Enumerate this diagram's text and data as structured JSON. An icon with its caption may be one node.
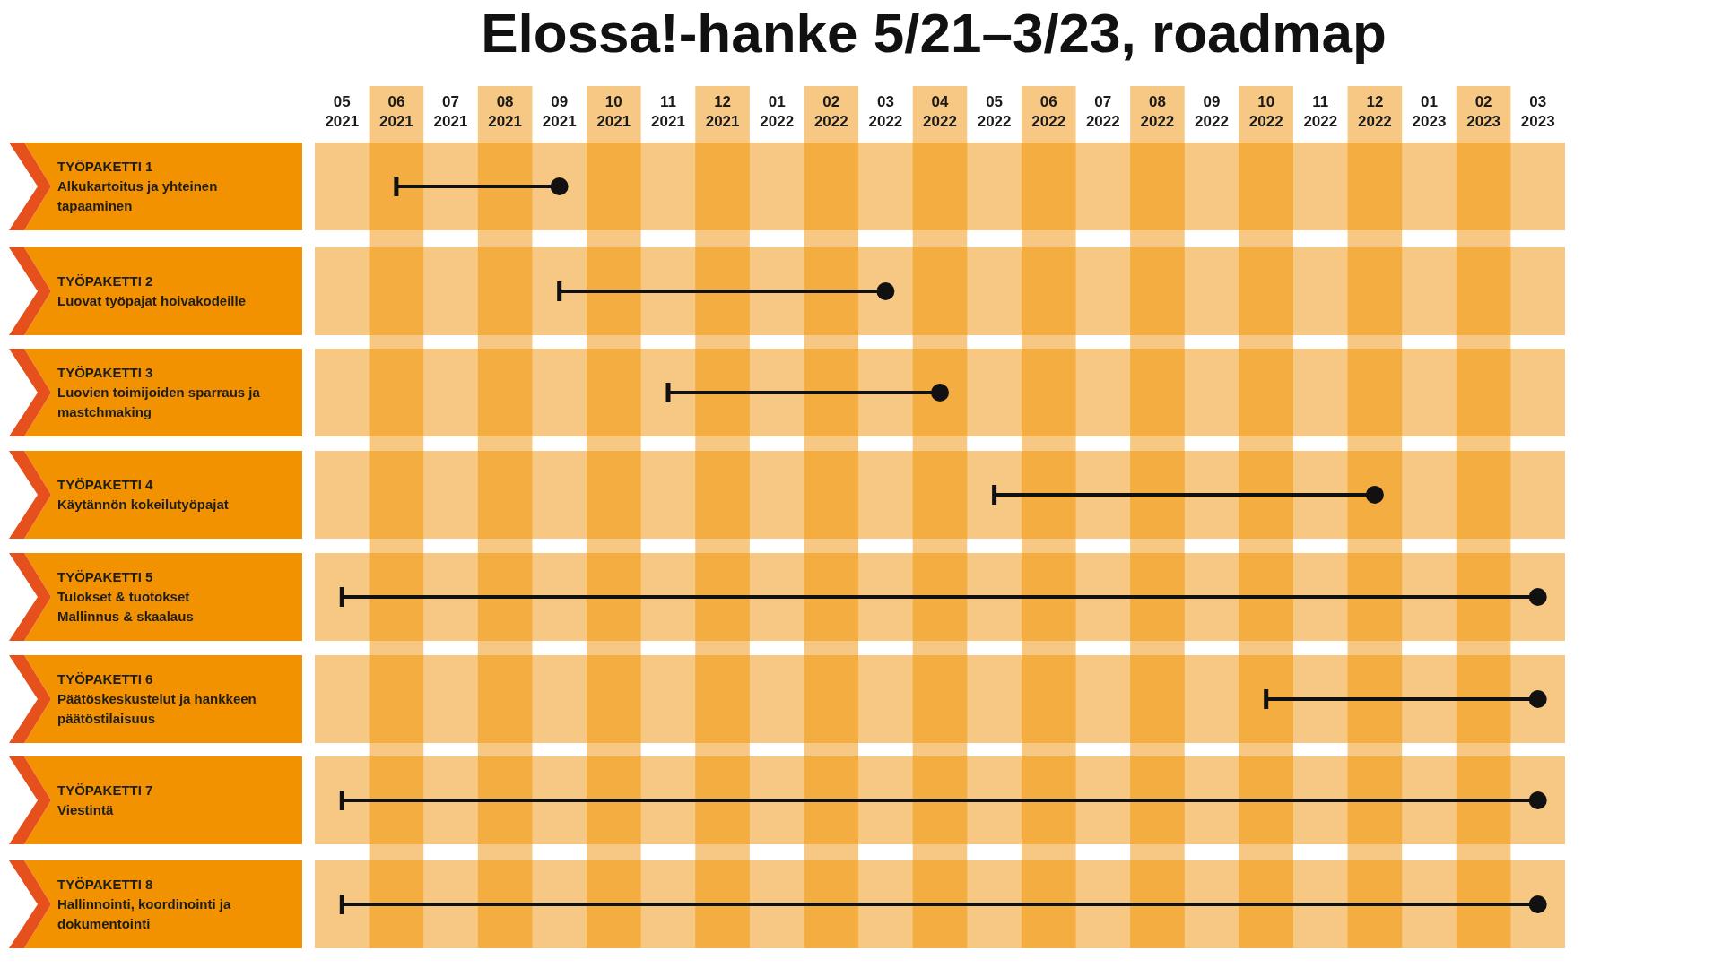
{
  "diagram": {
    "title": "Elossa!-hanke 5/21–3/23, roadmap",
    "nodes": [
      {
        "text": [
          "TYÖPAKETTI 1",
          "Alkukartoitus ja yhteinen tapaaminen"
        ]
      },
      {
        "text": [
          "TYÖPAKETTI 2",
          "Luovat työpajat hoivakodeille"
        ]
      },
      {
        "text": [
          "TYÖPAKETTI 3",
          "Luovien toimijoiden sparraus ja mastchmaking"
        ]
      },
      {
        "text": [
          "TYÖPAKETTI 4",
          "Käytännön kokeilutyöpajat"
        ]
      },
      {
        "text": [
          "TYÖPAKETTI 5",
          "Tulokset & tuotokset",
          "Mallinnus & skaalaus"
        ]
      },
      {
        "text": [
          "TYÖPAKETTI 6",
          "Päätöskeskustelut ja hankkeen päätöstilaisuus"
        ]
      },
      {
        "text": [
          "TYÖPAKETTI 7",
          "Viestintä"
        ]
      },
      {
        "text": [
          "TYÖPAKETTI 8",
          "Hallinnointi, koordinointi ja dokumentointi"
        ]
      }
    ],
    "labels": [
      "05 2021",
      "06 2021",
      "07 2021",
      "08 2021",
      "09 2021",
      "10 2021",
      "11 2021",
      "12 2021",
      "01 2022",
      "02 2022",
      "03 2022",
      "04 2022",
      "05 2022",
      "06 2022",
      "07 2022",
      "08 2022",
      "09 2022",
      "10 2022",
      "11 2022",
      "12 2022",
      "01 2023",
      "02 2023",
      "03 2023"
    ]
  }
}
